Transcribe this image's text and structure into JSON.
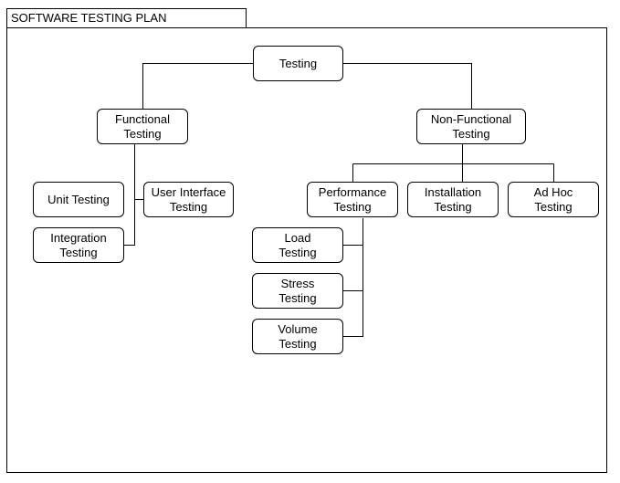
{
  "title": "SOFTWARE TESTING PLAN",
  "nodes": {
    "testing": "Testing",
    "functional": "Functional\nTesting",
    "non_functional": "Non-Functional\nTesting",
    "unit": "Unit Testing",
    "ui": "User Interface\nTesting",
    "integration": "Integration\nTesting",
    "performance": "Performance\nTesting",
    "installation": "Installation\nTesting",
    "adhoc": "Ad Hoc\nTesting",
    "load": "Load\nTesting",
    "stress": "Stress\nTesting",
    "volume": "Volume\nTesting"
  }
}
